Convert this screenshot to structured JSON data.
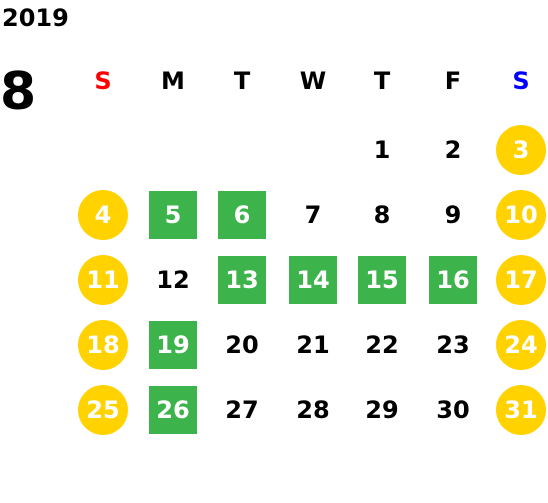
{
  "calendar": {
    "year": "2019",
    "month": "8",
    "weekdays": [
      {
        "label": "S",
        "color": "#ff0000"
      },
      {
        "label": "M",
        "color": "#000000"
      },
      {
        "label": "T",
        "color": "#000000"
      },
      {
        "label": "W",
        "color": "#000000"
      },
      {
        "label": "T",
        "color": "#000000"
      },
      {
        "label": "F",
        "color": "#000000"
      },
      {
        "label": "S",
        "color": "#0000ff"
      }
    ],
    "colors": {
      "holiday_circle": "#ffd200",
      "highlight_square": "#3cb44b",
      "default_text": "#000000"
    },
    "weeks": [
      [
        {
          "day": ""
        },
        {
          "day": ""
        },
        {
          "day": ""
        },
        {
          "day": ""
        },
        {
          "day": "1",
          "style": "normal"
        },
        {
          "day": "2",
          "style": "normal"
        },
        {
          "day": "3",
          "style": "holiday"
        }
      ],
      [
        {
          "day": "4",
          "style": "holiday"
        },
        {
          "day": "5",
          "style": "highlight"
        },
        {
          "day": "6",
          "style": "highlight"
        },
        {
          "day": "7",
          "style": "normal"
        },
        {
          "day": "8",
          "style": "normal"
        },
        {
          "day": "9",
          "style": "normal"
        },
        {
          "day": "10",
          "style": "holiday"
        }
      ],
      [
        {
          "day": "11",
          "style": "holiday"
        },
        {
          "day": "12",
          "style": "normal"
        },
        {
          "day": "13",
          "style": "highlight"
        },
        {
          "day": "14",
          "style": "highlight"
        },
        {
          "day": "15",
          "style": "highlight"
        },
        {
          "day": "16",
          "style": "highlight"
        },
        {
          "day": "17",
          "style": "holiday"
        }
      ],
      [
        {
          "day": "18",
          "style": "holiday"
        },
        {
          "day": "19",
          "style": "highlight"
        },
        {
          "day": "20",
          "style": "normal"
        },
        {
          "day": "21",
          "style": "normal"
        },
        {
          "day": "22",
          "style": "normal"
        },
        {
          "day": "23",
          "style": "normal"
        },
        {
          "day": "24",
          "style": "holiday"
        }
      ],
      [
        {
          "day": "25",
          "style": "holiday"
        },
        {
          "day": "26",
          "style": "highlight"
        },
        {
          "day": "27",
          "style": "normal"
        },
        {
          "day": "28",
          "style": "normal"
        },
        {
          "day": "29",
          "style": "normal"
        },
        {
          "day": "30",
          "style": "normal"
        },
        {
          "day": "31",
          "style": "holiday"
        }
      ]
    ]
  }
}
